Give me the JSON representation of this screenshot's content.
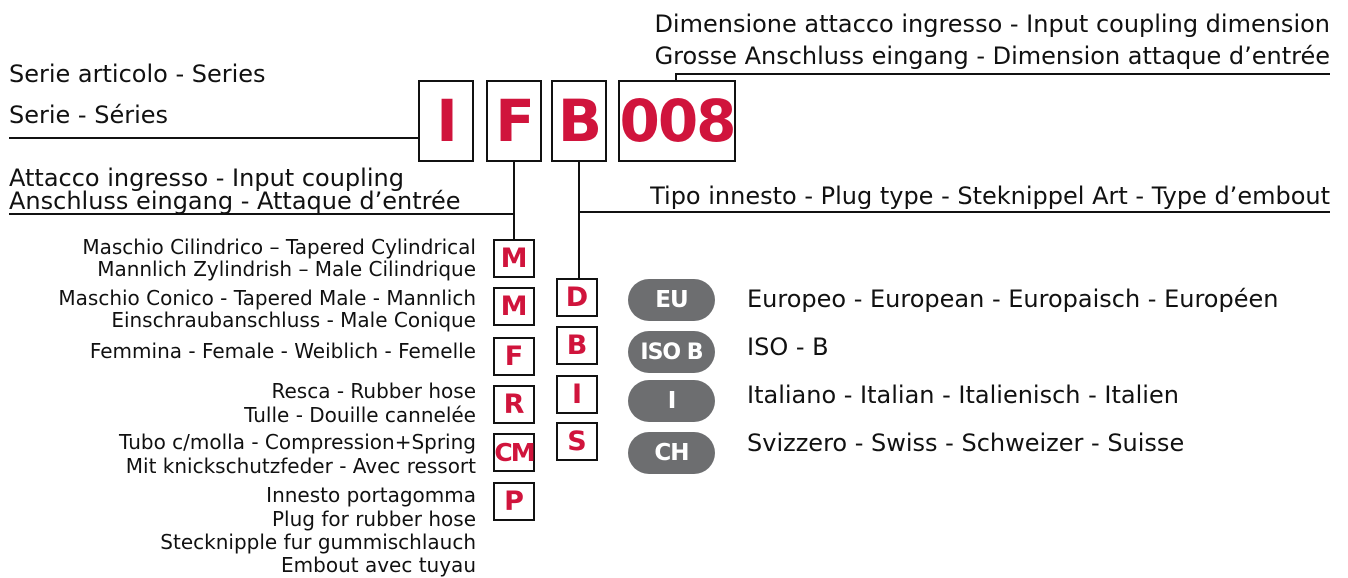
{
  "colors": {
    "accent": "#d0143c",
    "pill": "#6d6e70",
    "line": "#111111"
  },
  "header": {
    "input_dimension_line1": "Dimensione attacco ingresso - Input coupling dimension",
    "input_dimension_line2": "Grosse Anschluss eingang  - Dimension attaque d’entrée",
    "series_line1": "Serie articolo - Series",
    "series_line2": "Serie - Séries",
    "coupling_line1": "Attacco ingresso - Input coupling",
    "coupling_line2": "Anschluss eingang - Attaque d’entrée",
    "plug_type": "Tipo innesto - Plug type - Steknippel Art  - Type d’embout"
  },
  "code": {
    "c1": "I",
    "c2": "F",
    "c3": "B",
    "c4": "008"
  },
  "couplings": [
    {
      "code": "M",
      "line1": "Maschio Cilindrico – Tapered Cylindrical",
      "line2": "Mannlich Zylindrish – Male Cilindrique"
    },
    {
      "code": "M",
      "line1": "Maschio Conico - Tapered Male - Mannlich",
      "line2": "Einschraubanschluss - Male Conique"
    },
    {
      "code": "F",
      "line1": "Femmina - Female - Weiblich - Femelle"
    },
    {
      "code": "R",
      "line1": "Resca - Rubber hose",
      "line2": "Tulle - Douille cannelée"
    },
    {
      "code": "CM",
      "line1": "Tubo c/molla - Compression+Spring",
      "line2": "Mit knickschutzfeder  - Avec ressort"
    },
    {
      "code": "P",
      "line1": "Innesto portagomma",
      "line2": "Plug for rubber hose",
      "line3": "Stecknipple fur gummischlauch",
      "line4": "Embout avec tuyau"
    }
  ],
  "plug_types": [
    {
      "code": "D",
      "badge": "EU",
      "label": "Europeo - European - Europaisch - Européen"
    },
    {
      "code": "B",
      "badge": "ISO B",
      "label": "ISO - B"
    },
    {
      "code": "I",
      "badge": "I",
      "label": "Italiano - Italian - Italienisch - Italien"
    },
    {
      "code": "S",
      "badge": "CH",
      "label": "Svizzero - Swiss - Schweizer - Suisse"
    }
  ]
}
